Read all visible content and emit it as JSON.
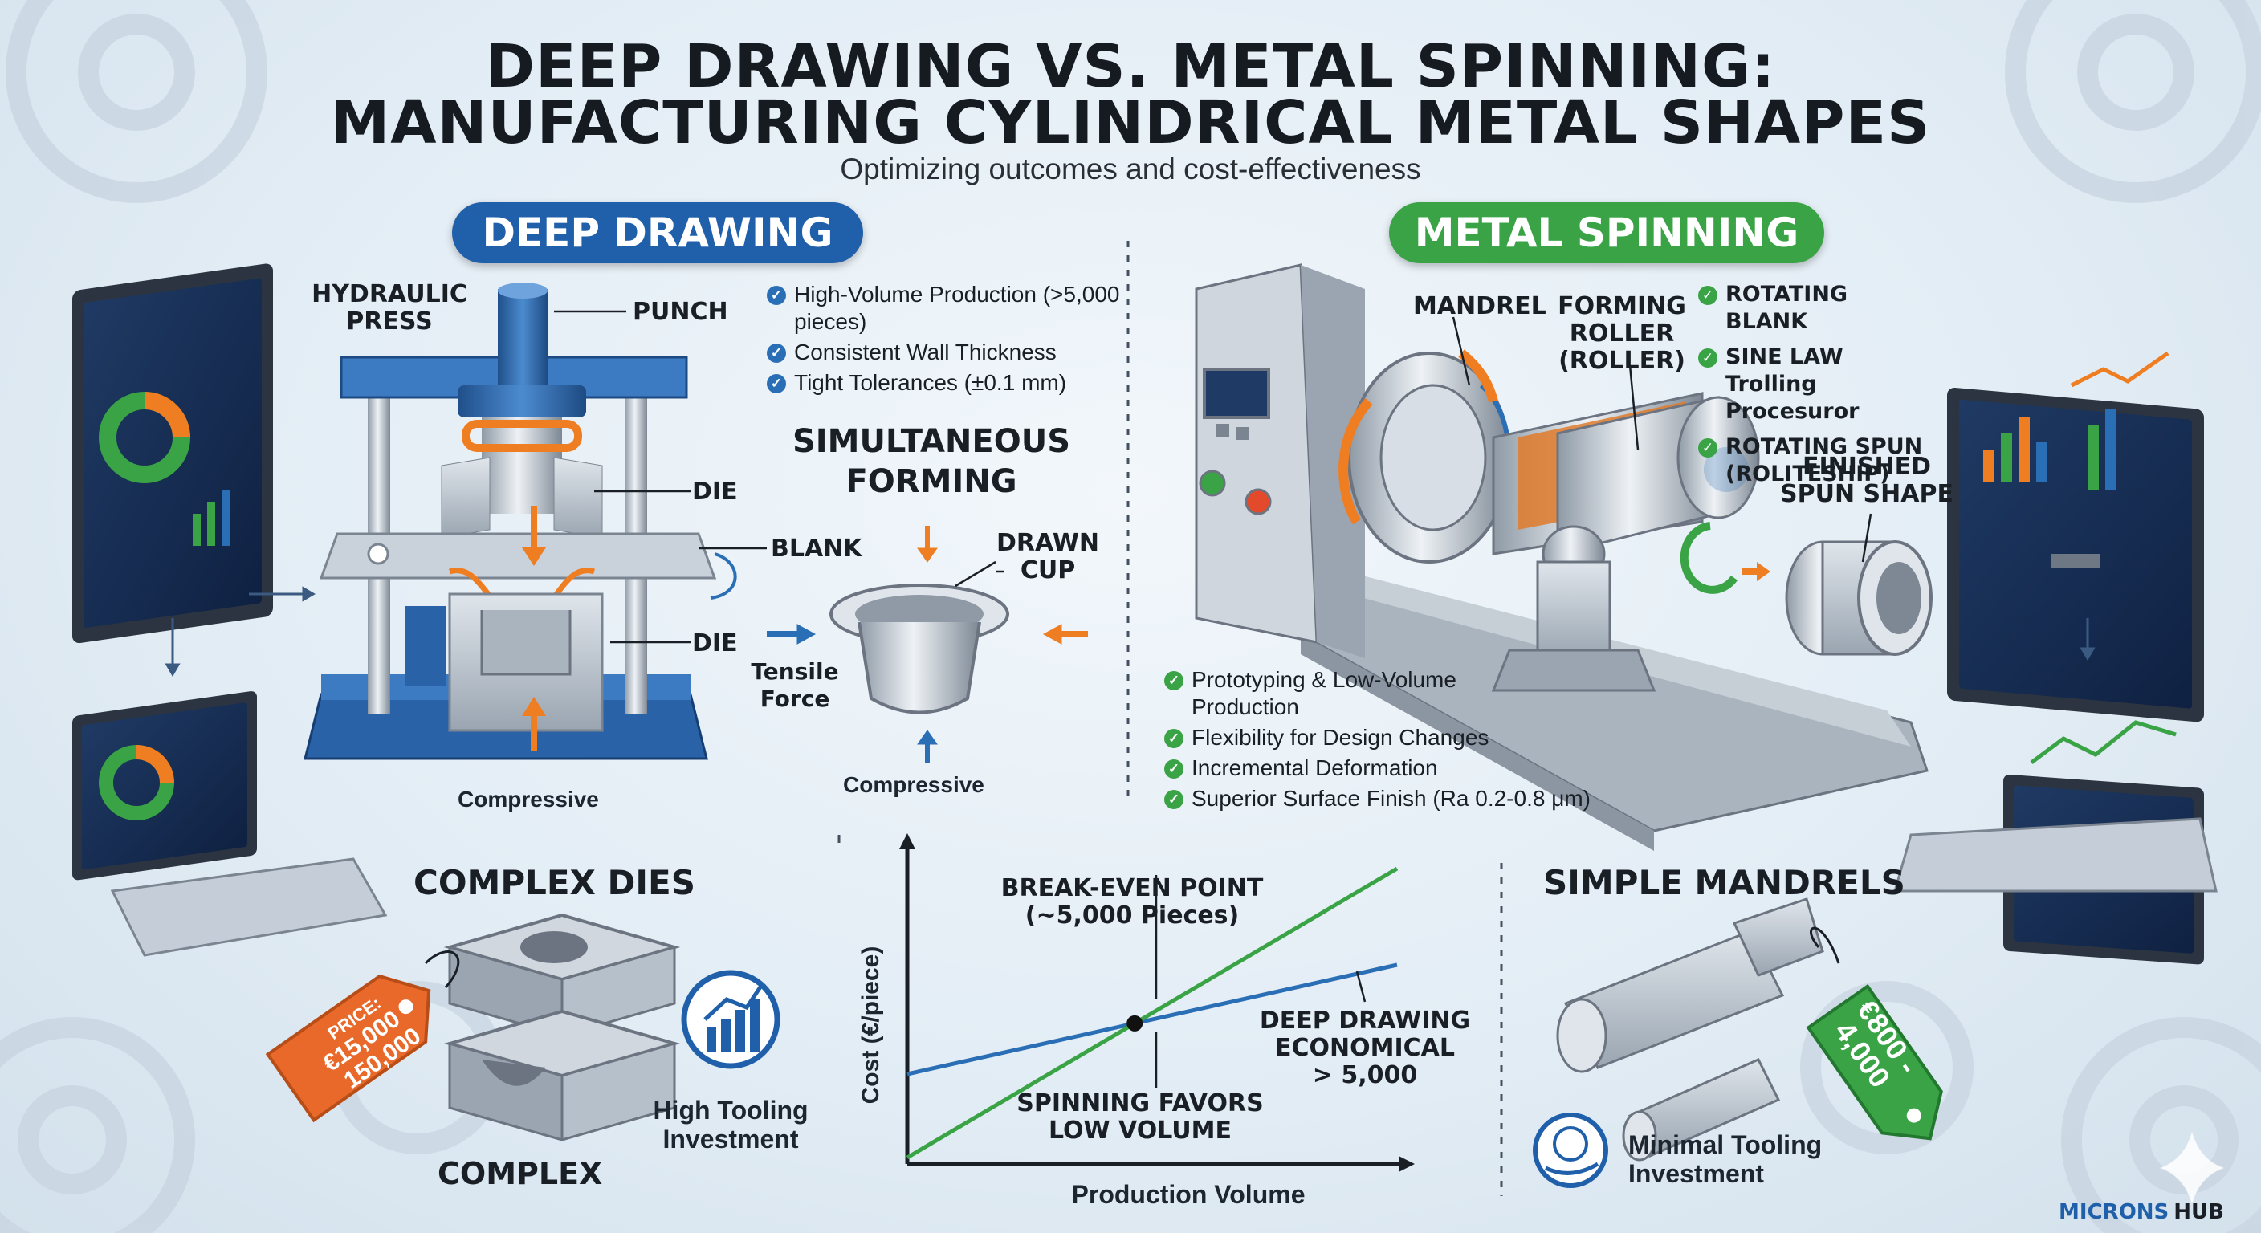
{
  "header": {
    "title_line1": "DEEP DRAWING VS. METAL SPINNING:",
    "title_line2": "MANUFACTURING CYLINDRICAL METAL SHAPES",
    "subtitle": "Optimizing outcomes and cost-effectiveness"
  },
  "colors": {
    "deep_drawing": "#2060aa",
    "metal_spinning": "#3aa346",
    "accent_orange": "#ef7d22",
    "price_tag_orange": "#e8692a"
  },
  "deep_drawing": {
    "heading": "DEEP DRAWING",
    "labels": {
      "hydraulic_press": "HYDRAULIC\nPRESS",
      "punch": "PUNCH",
      "die_top": "DIE",
      "blank": "BLANK",
      "die_bottom": "DIE",
      "compressive": "Compressive"
    },
    "features": [
      "High-Volume Production (>5,000 pieces)",
      "Consistent Wall Thickness",
      "Tight Tolerances (±0.1 mm)"
    ],
    "simultaneous": {
      "heading": "SIMULTANEOUS\nFORMING",
      "drawn_cup": "DRAWN\nCUP",
      "tensile": "Tensile\nForce",
      "compressive": "Compressive"
    }
  },
  "metal_spinning": {
    "heading": "METAL SPINNING",
    "labels": {
      "mandrel": "MANDREL",
      "forming_roller": "FORMING\nROLLER\n(ROLLER)",
      "finished": "FINISHED\nSPUN SHAPE"
    },
    "process_items": [
      "ROTATING BLANK",
      "SINE LAW Trolling Procesuror",
      "ROTATING SPUN (ROLITESHIP)"
    ],
    "features": [
      "Prototyping & Low-Volume Production",
      "Flexibility for Design Changes",
      "Incremental Deformation",
      "Superior Surface Finish (Ra 0.2-0.8 μm)"
    ]
  },
  "tooling": {
    "complex_dies": "COMPLEX DIES",
    "complex": "COMPLEX",
    "price_label": "PRICE:",
    "price_value": "€15,000 -\n150,000",
    "high_tooling": "High Tooling\nInvestment",
    "simple_mandrels": "SIMPLE MANDRELS",
    "mandrel_price": "€800 -\n4,000",
    "minimal_tooling": "Minimal Tooling\nInvestment"
  },
  "chart_data": {
    "type": "line",
    "xlabel": "Production Volume",
    "ylabel": "Cost (€/piece)",
    "series": [
      {
        "name": "Deep Drawing",
        "color": "#2a6fb5",
        "start": 0.28,
        "end": 0.62
      },
      {
        "name": "Metal Spinning",
        "color": "#3aa346",
        "start": 0.02,
        "end": 0.92
      }
    ],
    "break_even": {
      "label": "BREAK-EVEN POINT\n(~5,000 Pieces)",
      "x_pieces": 5000
    },
    "annotations": {
      "spinning": "SPINNING FAVORS\nLOW VOLUME",
      "deep": "DEEP DRAWING\nECONOMICAL\n> 5,000"
    }
  },
  "brand": {
    "name_left": "MICRONS",
    "name_right": "HUB"
  }
}
